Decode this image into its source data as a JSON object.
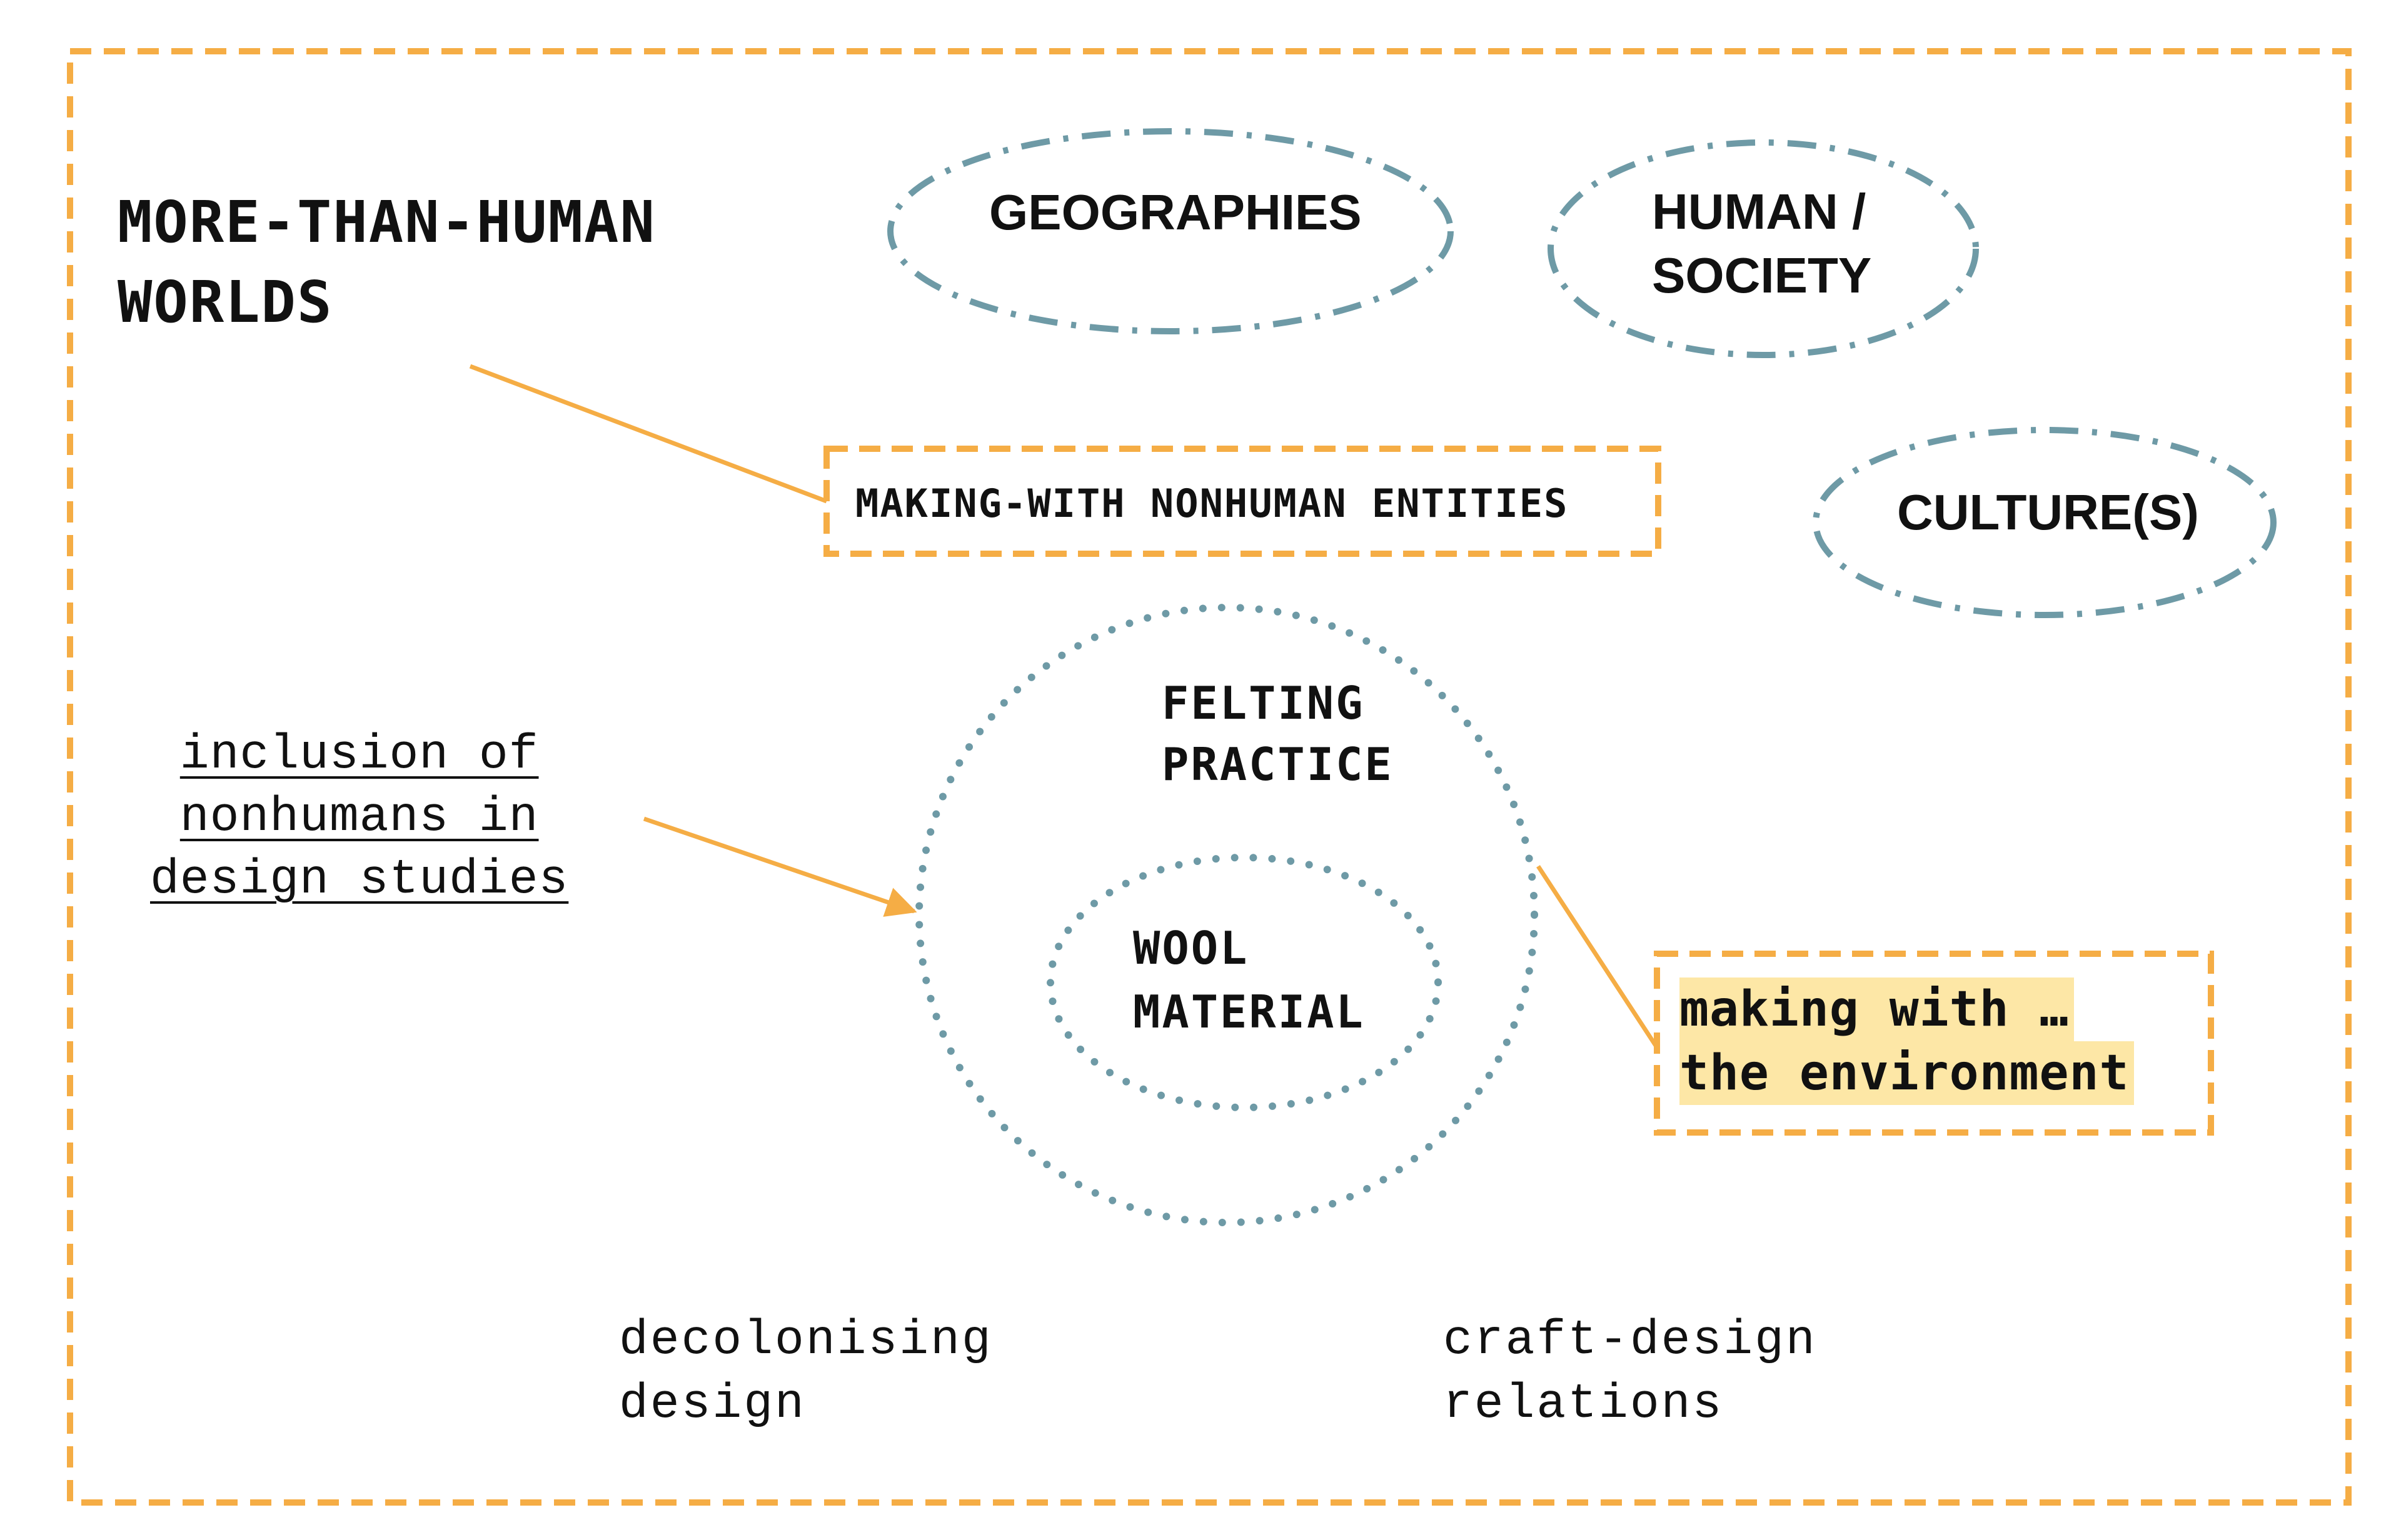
{
  "diagram": {
    "title_lines": [
      "MORE-THAN-HUMAN",
      "WORLDS"
    ],
    "ellipses": {
      "geographies": [
        "GEOGRAPHIES"
      ],
      "human_society": [
        "HUMAN /",
        "SOCIETY"
      ],
      "cultures": [
        "CULTURE(S)"
      ]
    },
    "making_with_nonhuman": "MAKING-WITH NONHUMAN ENTITIES",
    "felting_practice": [
      "FELTING",
      "PRACTICE"
    ],
    "wool_material": [
      "WOOL",
      "MATERIAL"
    ],
    "inclusion_note": [
      "inclusion of",
      "nonhumans in",
      "design studies"
    ],
    "environment_note": [
      "making with …",
      "the environment"
    ],
    "decolonising_note": [
      "decolonising",
      "design"
    ],
    "craft_note": [
      "craft-design",
      "relations"
    ]
  },
  "colors": {
    "frame_orange": "#f5ad45",
    "ellipse_teal": "#6e9aa6",
    "highlight_yellow": "#fde7a6",
    "text": "#111111"
  }
}
